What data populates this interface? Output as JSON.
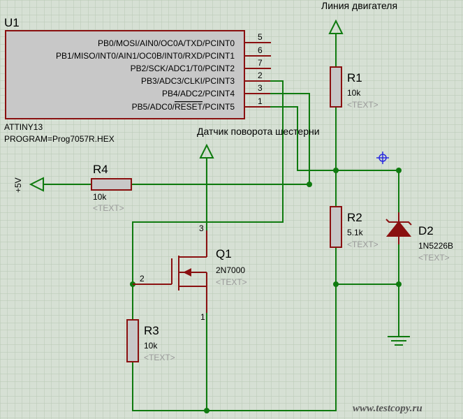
{
  "colors": {
    "background": "#d6e0d4",
    "grid": "#b8c9b5",
    "wire": "#0f7a0f",
    "component": "#8a1010",
    "resistor_fill": "#c8c8c8",
    "placeholder_text": "#9a9a9a",
    "marker": "#2a2ae0"
  },
  "mcu": {
    "ref": "U1",
    "part": "ATTINY13",
    "program": "PROGRAM=Prog7057R.HEX",
    "pins": [
      {
        "label": "PB0/MOSI/AIN0/OC0A/TXD/PCINT0",
        "number": "5"
      },
      {
        "label": "PB1/MISO/INT0/AIN1/OC0B/INT0/RXD/PCINT1",
        "number": "6"
      },
      {
        "label": "PB2/SCK/ADC1/T0/PCINT2",
        "number": "7"
      },
      {
        "label": "PB3/ADC3/CLKI/PCINT3",
        "number": "2"
      },
      {
        "label": "PB4/ADC2/PCINT4",
        "number": "3"
      },
      {
        "label": "PB5/ADC0/",
        "overline": "RESET",
        "suffix": "/PCINT5",
        "number": "1"
      }
    ]
  },
  "nets": {
    "motor_line": "Линия двигателя",
    "gear_sensor": "Датчик поворота шестерни",
    "supply": "+5V"
  },
  "components": {
    "r1": {
      "ref": "R1",
      "value": "10k",
      "text": "<TEXT>"
    },
    "r2": {
      "ref": "R2",
      "value": "5.1k",
      "text": "<TEXT>"
    },
    "r3": {
      "ref": "R3",
      "value": "10k",
      "text": "<TEXT>"
    },
    "r4": {
      "ref": "R4",
      "value": "10k",
      "text": "<TEXT>"
    },
    "q1": {
      "ref": "Q1",
      "value": "2N7000",
      "text": "<TEXT>",
      "pin_gate": "2",
      "pin_drain": "3",
      "pin_source": "1"
    },
    "d2": {
      "ref": "D2",
      "value": "1N5226B",
      "text": "<TEXT>"
    }
  },
  "watermark": "www.testcopy.ru"
}
